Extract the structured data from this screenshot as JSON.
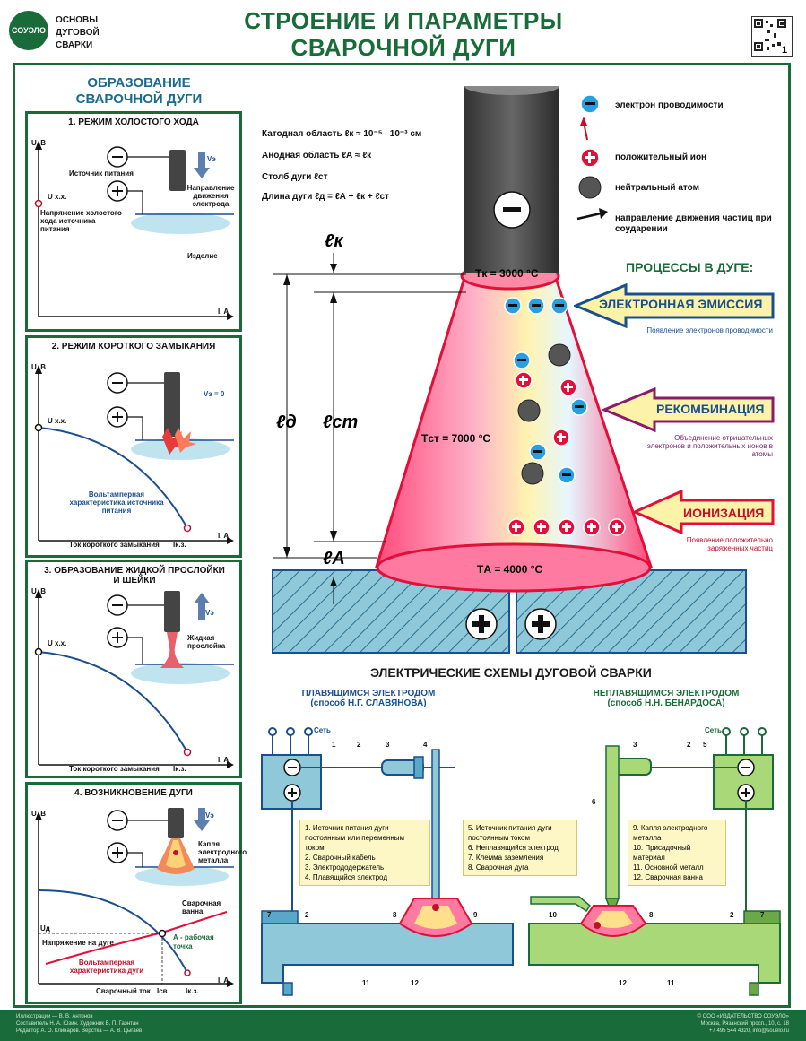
{
  "header": {
    "logo": "СОУЭЛО",
    "series": "ОСНОВЫ\nДУГОВОЙ\nСВАРКИ",
    "title_line1": "СТРОЕНИЕ И ПАРАМЕТРЫ",
    "title_line2": "СВАРОЧНОЙ ДУГИ",
    "sheet_number": "1"
  },
  "side": {
    "title_line1": "ОБРАЗОВАНИЕ",
    "title_line2": "СВАРОЧНОЙ ДУГИ",
    "axis_u": "U, B",
    "axis_i": "I, A",
    "panel1": {
      "title": "1. РЕЖИМ ХОЛОСТОГО ХОДА",
      "source": "Источник питания",
      "u_xx": "U х.х.",
      "voltage_note": "Напряжение холостого хода источника питания",
      "ve": "Vэ",
      "direction": "Направление движения электрода",
      "workpiece": "Изделие"
    },
    "panel2": {
      "title": "2. РЕЖИМ КОРОТКОГО ЗАМЫКАНИЯ",
      "ve": "Vэ = 0",
      "u_xx": "U х.х.",
      "vac": "Вольтамперная характеристика источника питания",
      "short": "Ток короткого замыкания",
      "ikz": "Iк.з."
    },
    "panel3": {
      "title": "3. ОБРАЗОВАНИЕ ЖИДКОЙ ПРОСЛОЙКИ И ШЕЙКИ",
      "ve": "Vэ",
      "liquid": "Жидкая прослойка",
      "u_xx": "U х.х.",
      "short": "Ток короткого замыкания",
      "ikz": "Iк.з."
    },
    "panel4": {
      "title": "4. ВОЗНИКНОВЕНИЕ ДУГИ",
      "ve": "Vэ",
      "drop": "Капля электродного металла",
      "pool": "Сварочная ванна",
      "ud": "Uд",
      "arc_voltage": "Напряжение на дуге",
      "point_a": "А - рабочая точка",
      "vac_arc": "Вольтамперная характеристика дуги",
      "weld_current": "Сварочный ток",
      "icb": "Iсв",
      "ikz": "Iк.з."
    }
  },
  "formulas": {
    "cathode": "Катодная область ℓк ≈ 10⁻⁵ –10⁻³ см",
    "anode": "Анодная область ℓА ≈ ℓк",
    "column": "Столб дуги ℓст",
    "length": "Длина дуги ℓд = ℓА + ℓк + ℓст"
  },
  "arc": {
    "lk": "ℓк",
    "ld": "ℓд",
    "lst": "ℓст",
    "la": "ℓА",
    "tk": "Tк = 3000 °C",
    "tst": "Tст = 7000 °C",
    "ta": "TА = 4000 °C",
    "minus": "−",
    "plus": "+"
  },
  "legend": {
    "electron": "электрон проводимости",
    "ion": "положительный ион",
    "atom": "нейтральный атом",
    "direction": "направление движения частиц при соударении"
  },
  "processes": {
    "title": "ПРОЦЕССЫ В ДУГЕ:",
    "emission": "ЭЛЕКТРОННАЯ ЭМИССИЯ",
    "emission_note": "Появление электронов проводимости",
    "recombination": "РЕКОМБИНАЦИЯ",
    "recombination_note": "Объединение отрицательных электронов и положительных ионов в атомы",
    "ionization": "ИОНИЗАЦИЯ",
    "ionization_note": "Появление положительно заряженных частиц"
  },
  "schemes": {
    "title": "ЭЛЕКТРИЧЕСКИЕ СХЕМЫ ДУГОВОЙ СВАРКИ",
    "left_title": "ПЛАВЯЩИМСЯ ЭЛЕКТРОДОМ",
    "left_sub": "(способ Н.Г. СЛАВЯНОВА)",
    "right_title": "НЕПЛАВЯЩИМСЯ ЭЛЕКТРОДОМ",
    "right_sub": "(способ Н.Н. БЕНАРДОСА)",
    "network": "Сеть",
    "items_a": [
      "1. Источник питания дуги постоянным или переменным током",
      "2. Сварочный кабель",
      "3. Электрододержатель",
      "4. Плавящийся электрод"
    ],
    "items_b": [
      "5. Источник питания дуги постоянным током",
      "6. Неплавящийся электрод",
      "7. Клемма заземления",
      "8. Сварочная дуга"
    ],
    "items_c": [
      "9. Капля электродного металла",
      "10. Присадочный материал",
      "11. Основной металл",
      "12. Сварочная ванна"
    ],
    "nums": [
      "1",
      "2",
      "3",
      "4",
      "7",
      "2",
      "8",
      "9",
      "11",
      "12",
      "3",
      "2",
      "5",
      "6",
      "10",
      "8",
      "2",
      "7",
      "12",
      "11"
    ]
  },
  "footer": {
    "left1": "Иллюстрации — В. В. Антонов",
    "left2": "Составитель Н. А. Юзин. Художник В. П. Гаэнтан",
    "left3": "Редактор А. О. Клинаров. Верстка — А. В. Цыгаев",
    "right1": "© ООО «ИЗДАТЕЛЬСТВО СОУЭЛО»",
    "right2": "Москва, Рязанский просп., 10, с. 18",
    "right3": "+7 495 544 4320, info@souelo.ru"
  },
  "colors": {
    "green": "#1a6b3a",
    "blue": "#1a4f8f",
    "red": "#c0102a",
    "yellow": "#fdf3a8"
  }
}
